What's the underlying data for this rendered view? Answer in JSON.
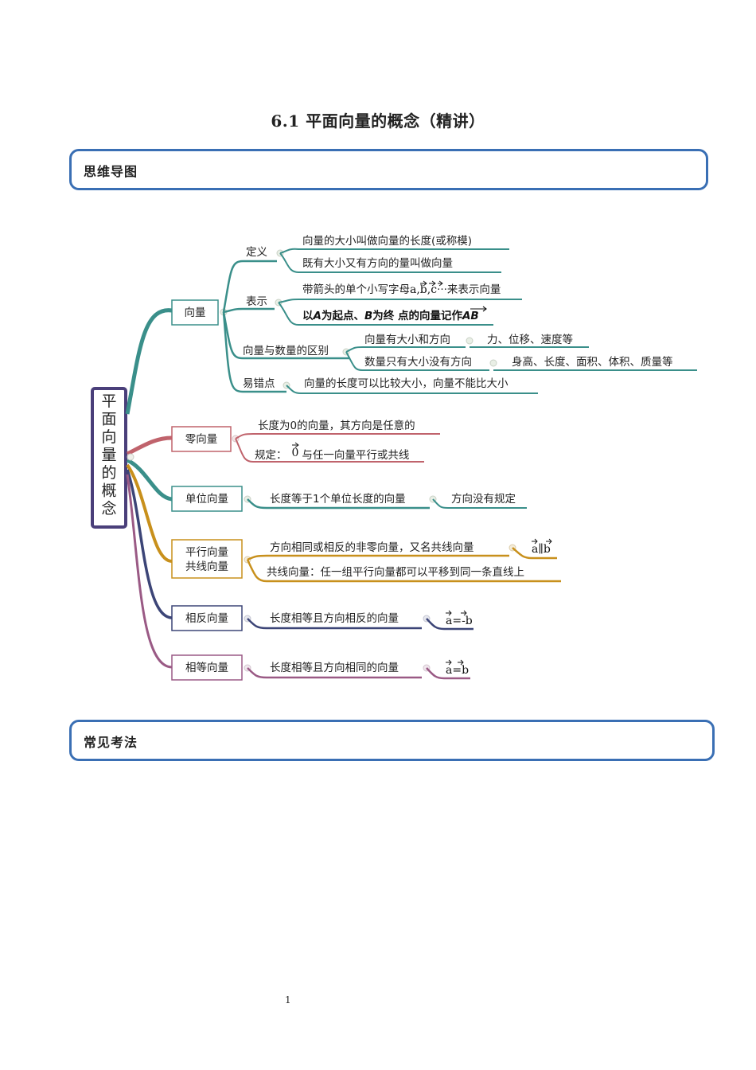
{
  "title": "6.1  平面向量的概念（精讲）",
  "sections": {
    "mindmap_header": "思维导图",
    "methods_header": "常见考法"
  },
  "mindmap": {
    "root": "平面向量的概念",
    "vector": {
      "label": "向量",
      "definition": {
        "label": "定义",
        "items": [
          "向量的大小叫做向量的长度(或称模)",
          "既有大小又有方向的量叫做向量"
        ]
      },
      "notation": {
        "label": "表示",
        "line1_prefix": "带箭头的单个小写字母",
        "line1_letters": "a,b,c",
        "line1_suffix": "···来表示向量",
        "line2_prefix": "以",
        "line2_a": "A",
        "line2_mid1": "为起点、",
        "line2_b": "B",
        "line2_mid2": "为终 点的向量记作",
        "line2_ab": "AB"
      },
      "difference": {
        "label": "向量与数量的区别",
        "vector_line": "向量有大小和方向",
        "vector_examples": "力、位移、速度等",
        "scalar_line": "数量只有大小没有方向",
        "scalar_examples": "身高、长度、面积、体积、质量等"
      },
      "pitfall": {
        "label": "易错点",
        "text": "向量的长度可以比较大小，向量不能比大小"
      }
    },
    "zero_vector": {
      "label": "零向量",
      "item1": "长度为0的向量，其方向是任意的",
      "item2_prefix": "规定：",
      "item2_symbol": "0",
      "item2_suffix": "与任一向量平行或共线"
    },
    "unit_vector": {
      "label": "单位向量",
      "item": "长度等于1个单位长度的向量",
      "note": "方向没有规定"
    },
    "parallel_vector": {
      "label_line1": "平行向量",
      "label_line2": "共线向量",
      "item1": "方向相同或相反的非零向量，又名共线向量",
      "item1_formula": "a∥b",
      "item2": "共线向量：任一组平行向量都可以平移到同一条直线上"
    },
    "opposite_vector": {
      "label": "相反向量",
      "item": "长度相等且方向相反的向量",
      "formula": "a=-b"
    },
    "equal_vector": {
      "label": "相等向量",
      "item": "长度相等且方向相同的向量",
      "formula": "a=b"
    }
  },
  "colors": {
    "teal": "#3a8f8a",
    "rose": "#c0636c",
    "gold": "#c8901c",
    "navy": "#3c4577",
    "plum": "#9a5a85",
    "root_border": "#4a3f7a",
    "section_border": "#3a6fb4"
  },
  "page_number": "1"
}
